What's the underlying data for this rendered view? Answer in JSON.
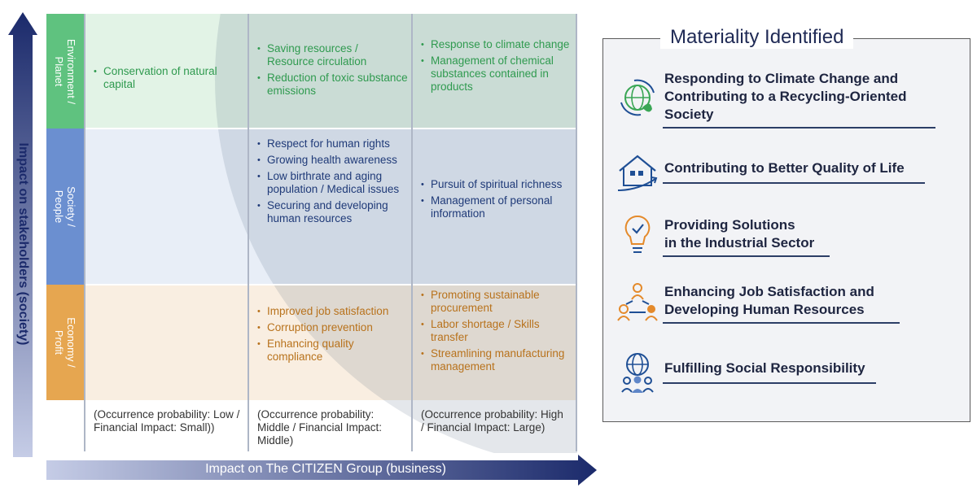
{
  "axes": {
    "vertical_label": "Impact on stakeholders (society)",
    "horizontal_label": "Impact on The CITIZEN Group (business)"
  },
  "rows": [
    {
      "label": "Environment /\nPlanet",
      "color": "#5fc27f",
      "bg": "#e2f3e6"
    },
    {
      "label": "Society /\nPeople",
      "color": "#5f86c8",
      "bg": "#e8eef7"
    },
    {
      "label": "Economy /\nProfit",
      "color": "#e2a248",
      "bg": "#f9eee1"
    }
  ],
  "cells": {
    "env_low": [
      "Conservation of natural capital"
    ],
    "env_mid": [
      "Saving resources / Resource circulation",
      "Reduction of toxic substance emissions"
    ],
    "env_high": [
      "Response to climate change",
      "Management of chemical substances contained in products"
    ],
    "soc_mid": [
      "Respect for human rights",
      "Growing health awareness",
      "Low birthrate and aging population / Medical issues",
      "Securing and developing human resources"
    ],
    "soc_high": [
      "Pursuit of spiritual richness",
      "Management of personal information"
    ],
    "eco_mid": [
      "Improved job satisfaction",
      "Corruption prevention",
      "Enhancing quality compliance"
    ],
    "eco_high": [
      "Promoting sustainable procurement",
      "Labor shortage / Skills transfer",
      "Streamlining manufacturing management"
    ]
  },
  "footers": [
    "(Occurrence probability: Low / Financial Impact: Small))",
    "(Occurrence probability: Middle / Financial Impact: Middle)",
    "(Occurrence probability: High / Financial Impact: Large)"
  ],
  "materiality": {
    "title": "Materiality Identified",
    "items": [
      {
        "icon": "globe-recycle-icon",
        "text": "Responding to Climate Change and\nContributing to a Recycling-Oriented\nSociety"
      },
      {
        "icon": "house-growth-icon",
        "text": "Contributing to Better Quality of Life"
      },
      {
        "icon": "lightbulb-check-icon",
        "text": "Providing Solutions\nin the Industrial Sector"
      },
      {
        "icon": "team-network-icon",
        "text": "Enhancing Job Satisfaction and\nDeveloping Human Resources"
      },
      {
        "icon": "globe-people-icon",
        "text": "Fulfilling Social Responsibility"
      }
    ]
  },
  "colors": {
    "axis_navy": "#1b2a6b",
    "axis_light": "#c5cce6",
    "icon_blue": "#1f4f95",
    "icon_green": "#3aa655",
    "icon_orange": "#e48a2b"
  }
}
